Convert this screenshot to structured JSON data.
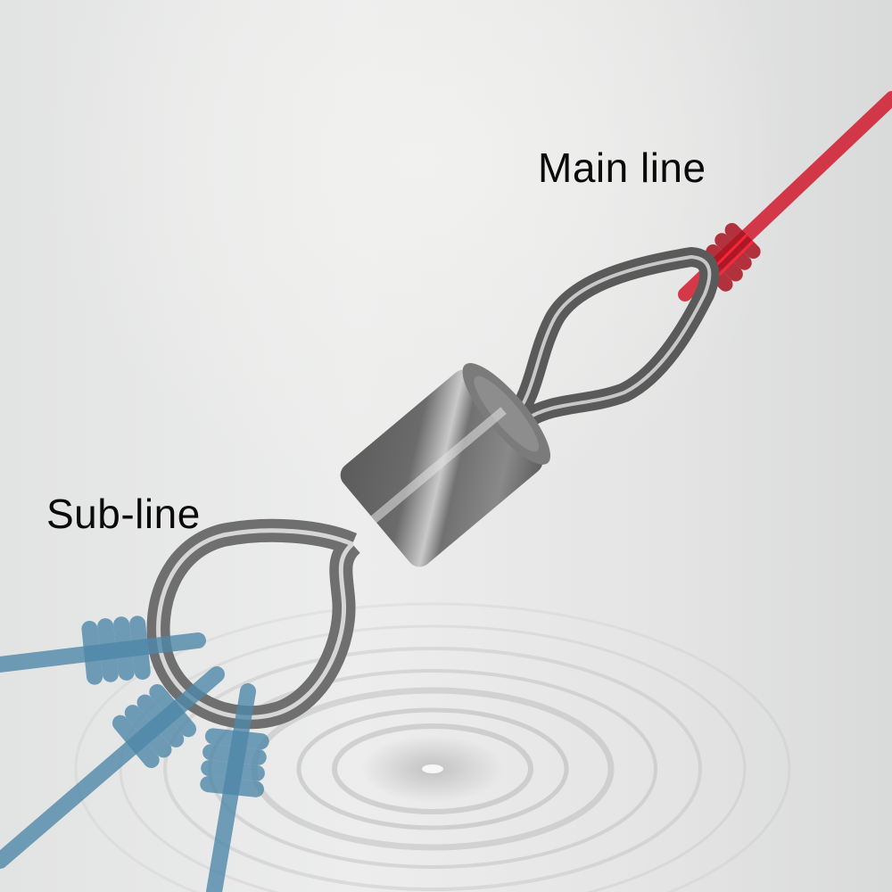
{
  "diagram": {
    "subject": "rolling swivel",
    "labels": {
      "main_line": "Main line",
      "sub_line": "Sub-line"
    },
    "parts": [
      {
        "name": "main-line",
        "color": "#d01a2e",
        "count": 1
      },
      {
        "name": "sub-line",
        "color": "#4f87a8",
        "count": 3
      },
      {
        "name": "swivel-barrel",
        "color": "#6e6e6e"
      },
      {
        "name": "upper-eye",
        "shape": "diamond"
      },
      {
        "name": "lower-eye",
        "shape": "round"
      }
    ],
    "background": {
      "style": "water ripples",
      "color": "#e6e6e6"
    }
  }
}
